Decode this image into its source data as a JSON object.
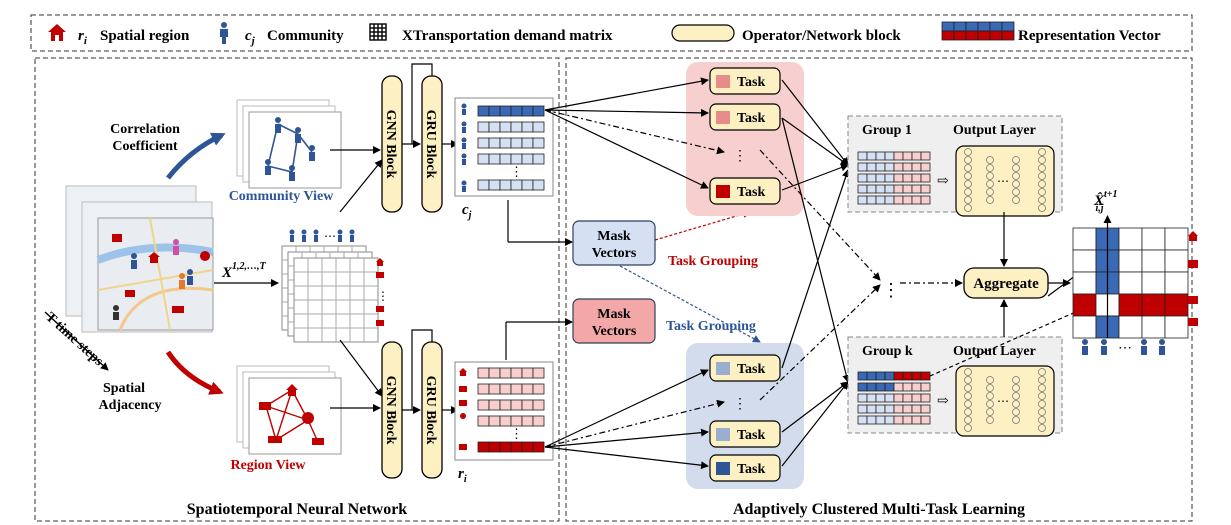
{
  "legend": {
    "region_symbol": "r",
    "region_sub": "i",
    "region_label": "Spatial region",
    "community_symbol": "c",
    "community_sub": "j",
    "community_label": "Community",
    "matrix_label": "XTransportation demand matrix",
    "operator_label": "Operator/Network block",
    "representation_label": "Representation Vector"
  },
  "left": {
    "title": "Spatiotemporal Neural Network",
    "correlation_label_1": "Correlation",
    "correlation_label_2": "Coefficient",
    "spatial_label_1": "Spatial",
    "spatial_label_2": "Adjacency",
    "community_view": "Community View",
    "region_view": "Region View",
    "time_steps": "T time steps",
    "x_input": "X",
    "x_sup": "1,2,…,T",
    "gnn_label": "GNN Block",
    "gru_label": "GRU Block",
    "c_label": "c",
    "c_sub": "j",
    "r_label": "r",
    "r_sub": "i",
    "dots": "⋮"
  },
  "right": {
    "title": "Adaptively Clustered Multi-Task Learning",
    "mask_1": "Mask",
    "mask_2": "Vectors",
    "task_grouping": "Task Grouping",
    "task": "Task",
    "group_1": "Group 1",
    "group_k": "Group k",
    "output_layer": "Output Layer",
    "aggregate": "Aggregate",
    "xhat": "X̂",
    "xhat_sup": "t+1",
    "xhat_sub": "i,j",
    "dots": "⋮",
    "hdots": "⋯"
  },
  "colors": {
    "red_bg": "#f8cfcf",
    "blue_bg": "#d3dcec",
    "block": "#fdf1c4",
    "blue_vec": "#3a69b5",
    "red_vec": "#c00000",
    "mask_blue": "#d6e0f3",
    "mask_red": "#f4a7a7",
    "navy": "#1f3d6c"
  }
}
